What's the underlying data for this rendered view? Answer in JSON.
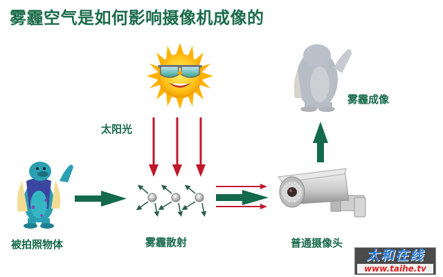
{
  "title": "雾霾空气是如何影响摄像机成像的",
  "labels": {
    "sunlight": "太阳光",
    "subject": "被拍照物体",
    "haze_scatter": "雾霾散射",
    "camera": "普通摄像头",
    "haze_image": "雾霾成像"
  },
  "icons": {
    "sun": "sun-with-sunglasses-icon",
    "subject": "monster-character-icon",
    "camera": "security-camera-icon",
    "haze_image": "blurred-monster-icon",
    "particle": "haze-particle-icon"
  },
  "colors": {
    "text_green": "#1a6b4a",
    "arrow_green": "#13694c",
    "arrow_red": "#c0172b",
    "particle": "#c9c9c9"
  },
  "watermark": {
    "name": "太和在线",
    "url": "www.taihe.tv"
  }
}
